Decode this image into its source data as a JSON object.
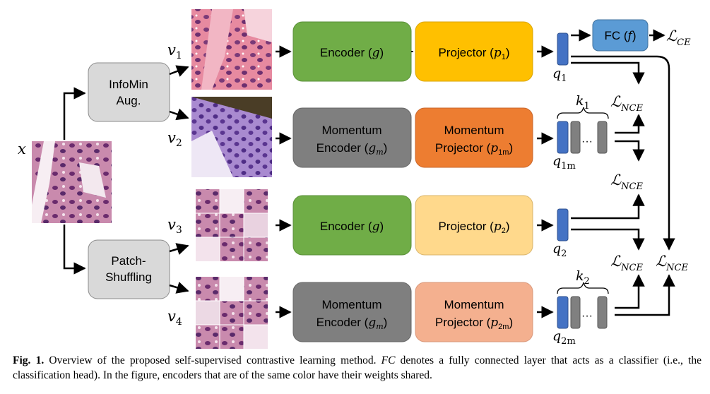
{
  "inputs": {
    "x": "x"
  },
  "aug": {
    "infomin": [
      "InfoMin",
      "Aug."
    ],
    "shuffle": [
      "Patch-",
      "Shuffling"
    ]
  },
  "views": {
    "v1": "v",
    "v1_sub": "1",
    "v2": "v",
    "v2_sub": "2",
    "v3": "v",
    "v3_sub": "3",
    "v4": "v",
    "v4_sub": "4"
  },
  "blocks": {
    "enc1": {
      "line1": "Encoder (",
      "sym": "g",
      "close": ")",
      "color": "#70ad47"
    },
    "proj1": {
      "line1": "Projector (",
      "sym": "p",
      "sub": "1",
      "close": ")",
      "color": "#ffc000"
    },
    "menc1": {
      "line1": "Momentum",
      "line2": "Encoder (",
      "sym": "g",
      "sub": "m",
      "close": ")",
      "color": "#7f7f7f"
    },
    "mproj1": {
      "line1": "Momentum",
      "line2": "Projector (",
      "sym": "p",
      "sub": "1m",
      "close": ")",
      "color": "#ed7d31"
    },
    "enc2": {
      "line1": "Encoder (",
      "sym": "g",
      "close": ")",
      "color": "#70ad47"
    },
    "proj2": {
      "line1": "Projector (",
      "sym": "p",
      "sub": "2",
      "close": ")",
      "color": "#ffd98c"
    },
    "menc2": {
      "line1": "Momentum",
      "line2": "Encoder (",
      "sym": "g",
      "sub": "m",
      "close": ")",
      "color": "#7f7f7f"
    },
    "mproj2": {
      "line1": "Momentum",
      "line2": "Projector (",
      "sym": "p",
      "sub": "2m",
      "close": ")",
      "color": "#f4b08f"
    },
    "fc": {
      "line1": "FC (",
      "sym": "f",
      "close": ")",
      "color": "#5b9bd5"
    }
  },
  "queries": {
    "q1": "q",
    "q1_sub": "1",
    "q1m": "q",
    "q1m_sub": "1m",
    "q2": "q",
    "q2_sub": "2",
    "q2m": "q",
    "q2m_sub": "2m"
  },
  "queues": {
    "k1": "k",
    "k1_sub": "1",
    "k2": "k",
    "k2_sub": "2",
    "dots": "···"
  },
  "losses": {
    "ce": "ℒ",
    "ce_sub": "CE",
    "nce": "ℒ",
    "nce_sub": "NCE"
  },
  "caption": {
    "label": "Fig. 1.",
    "part1": " Overview of the proposed self-supervised contrastive learning method. ",
    "fc_term": "FC",
    "part2": " denotes a fully connected layer that acts as a classifier (i.e., the classification head). In the figure, encoders that are of the same color have their weights shared."
  },
  "colors": {
    "aug_fill": "#d9d9d9",
    "query_fill": "#4472c4",
    "queue_fill": "#808080",
    "tissue_pink": "#d86a86",
    "tissue_purple": "#8a5fb0"
  }
}
